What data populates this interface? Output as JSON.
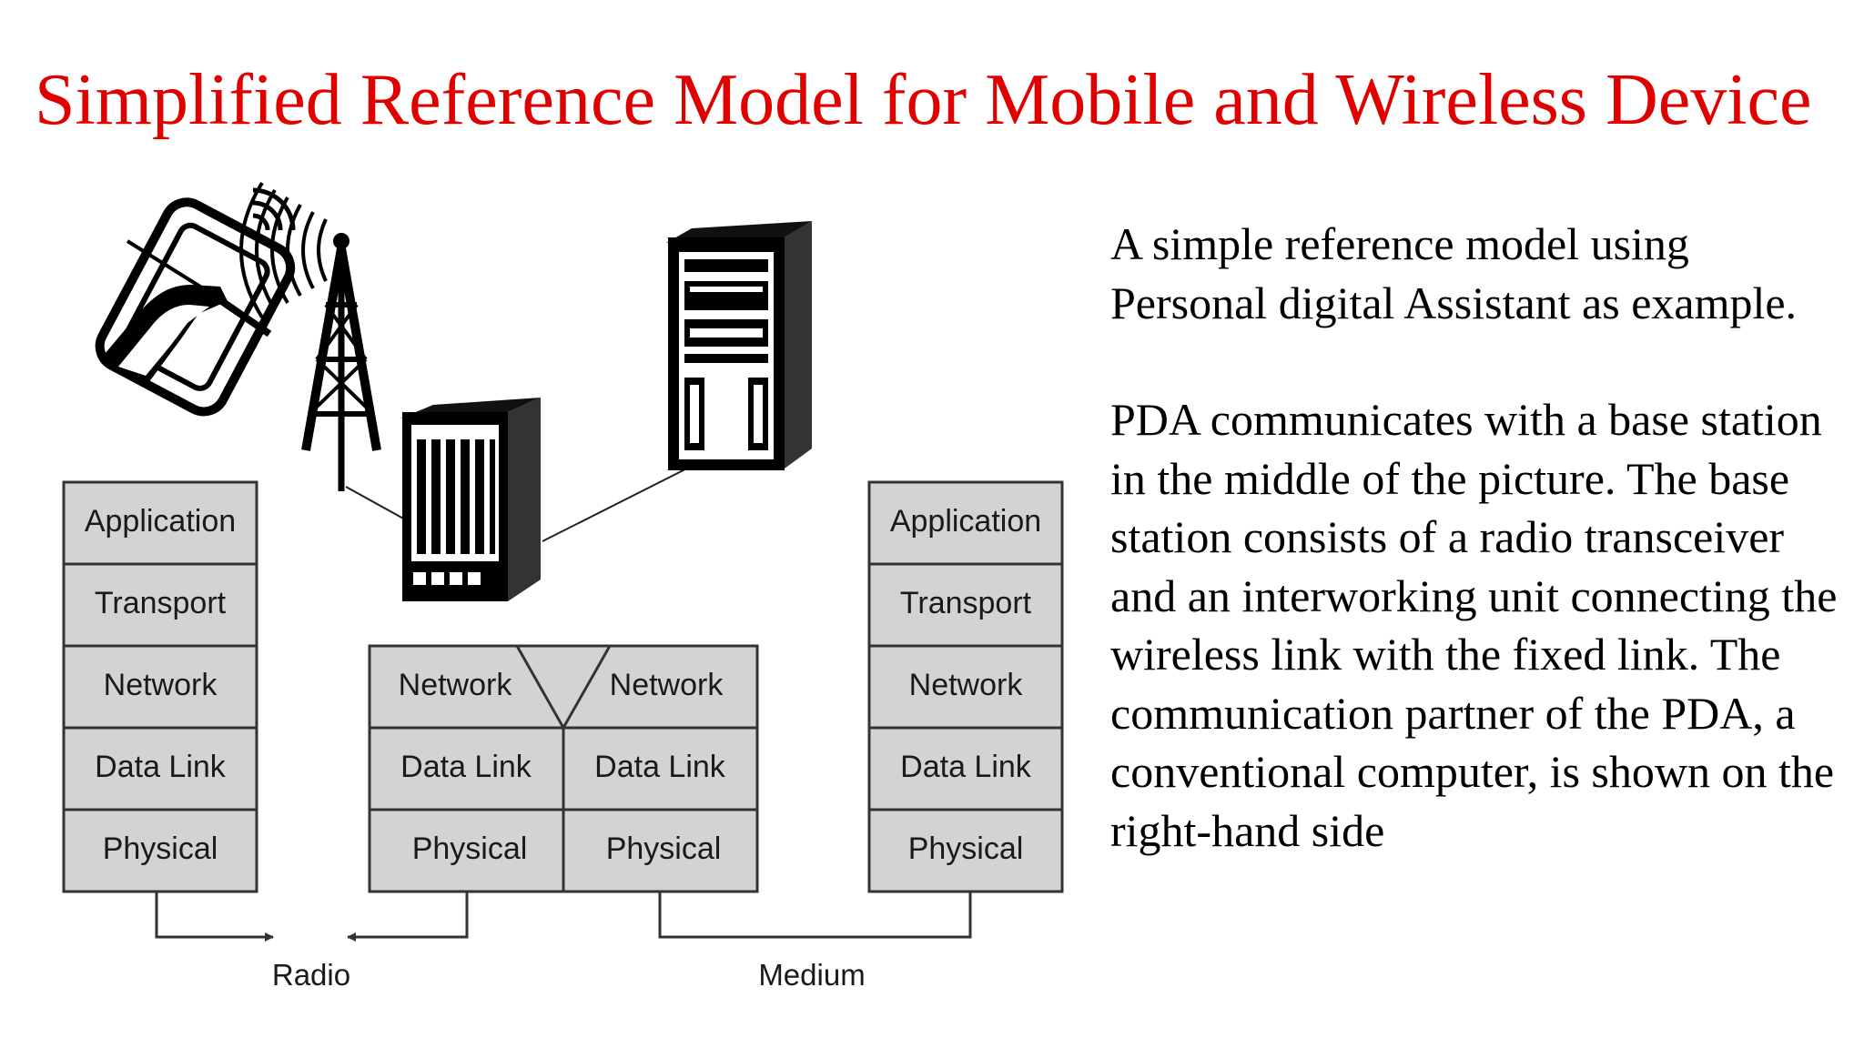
{
  "title": "Simplified Reference Model for Mobile and Wireless Device",
  "title_color": "#e10000",
  "layer_fill": "#d3d3d3",
  "stacks": {
    "pda": {
      "layers": [
        "Application",
        "Transport",
        "Network",
        "Data Link",
        "Physical"
      ]
    },
    "base_station": {
      "network_left": "Network",
      "network_right": "Network",
      "left_layers": [
        "Data Link",
        "Physical"
      ],
      "right_layers": [
        "Data Link",
        "Physical"
      ]
    },
    "computer": {
      "layers": [
        "Application",
        "Transport",
        "Network",
        "Data Link",
        "Physical"
      ]
    }
  },
  "media": {
    "radio": "Radio",
    "medium": "Medium"
  },
  "icons": [
    "pda-pen-icon",
    "radio-waves-icon",
    "radio-tower-icon",
    "base-station-icon",
    "computer-server-icon"
  ],
  "description": [
    "A simple reference model using Personal digital Assistant as example.",
    "PDA communicates with a base station in the middle of the picture. The base station consists of a radio transceiver and an interworking unit connecting the wireless link with the fixed link. The communication partner of the PDA, a conventional computer, is shown on the right-hand side"
  ]
}
